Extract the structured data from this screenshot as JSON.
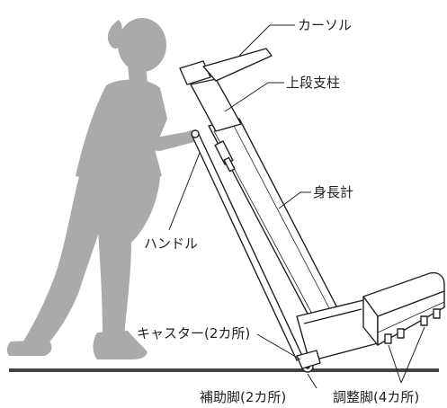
{
  "labels": {
    "cursor": "カーソル",
    "upper_column": "上段支柱",
    "stadiometer": "身長計",
    "handle": "ハンドル",
    "caster": "キャスター(2カ所)",
    "aux_leg": "補助脚(2カ所)",
    "adjust_leg": "調整脚(4カ所)"
  },
  "colors": {
    "silhouette": "#aaaaaa",
    "line": "#222222",
    "floor": "#444444",
    "fill": "#ffffff"
  }
}
